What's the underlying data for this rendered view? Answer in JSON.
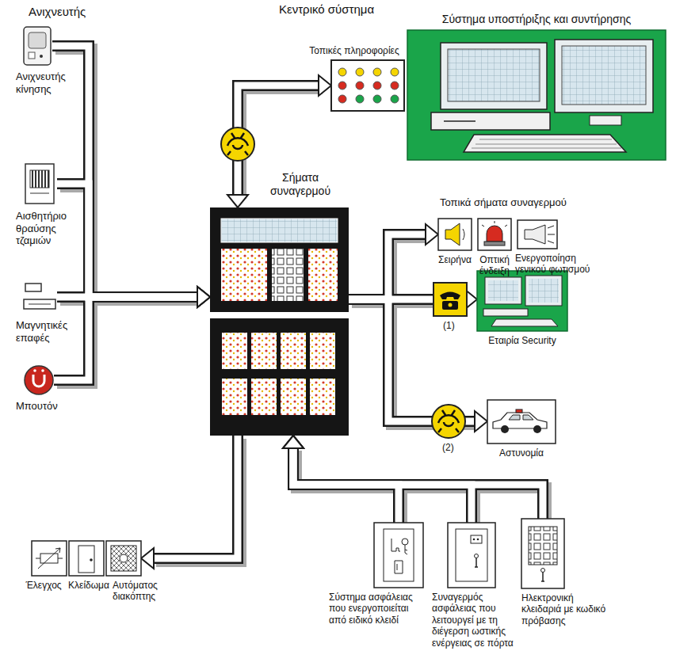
{
  "diagram": {
    "nodes": [
      {
        "text": [
          "Ανιχνευτής κίνησης"
        ]
      },
      {
        "text": [
          "Αισθητήριο θραύσης τζαμιών"
        ]
      },
      {
        "text": [
          "Μαγνητικές επαφές"
        ]
      },
      {
        "text": [
          "Μπουτόν"
        ]
      },
      {
        "text": [
          "Τοπικές πληροφορίες"
        ]
      },
      {
        "text": [
          "Σύστημα υποστήριξης και συντήρησης"
        ]
      },
      {
        "text": [
          "Σήματα συναγερμού"
        ]
      },
      {
        "text": [
          "Σειρήνα"
        ]
      },
      {
        "text": [
          "Οπτική ένδειξη"
        ]
      },
      {
        "text": [
          "Ενεργοποίηση γενικού φωτισμού"
        ]
      },
      {
        "text": [
          "Εταιρία Security"
        ]
      },
      {
        "text": [
          "Αστυνομία"
        ]
      },
      {
        "text": [
          "Έλεγχος"
        ]
      },
      {
        "text": [
          "Κλείδωμα"
        ]
      },
      {
        "text": [
          "Αυτόματος διακόπτης"
        ]
      },
      {
        "text": [
          "Σύστημα ασφάλειας που ενεργοποιείται από ειδικό κλειδί"
        ]
      },
      {
        "text": [
          "Συναγερμός ασφάλειας που λειτουργεί με τη διέγερση ωστικής ενέργειας σε πόρτα"
        ]
      },
      {
        "text": [
          "Ηλεκτρονική κλειδαριά με κωδικό πρόβασης"
        ]
      }
    ],
    "edges": [
      {
        "from": 0,
        "to": 6,
        "arrow": "to"
      },
      {
        "from": 1,
        "to": 6,
        "arrow": "to"
      },
      {
        "from": 2,
        "to": 6,
        "arrow": "to"
      },
      {
        "from": 3,
        "to": 6,
        "arrow": "to"
      },
      {
        "from": 6,
        "to": 4,
        "arrow": "both"
      },
      {
        "from": 6,
        "to": 7,
        "arrow": "to"
      },
      {
        "from": 6,
        "to": 10,
        "arrow": "to"
      },
      {
        "from": 6,
        "to": 11,
        "arrow": "to"
      },
      {
        "from": 6,
        "to": 14,
        "arrow": "to"
      },
      {
        "from": 15,
        "to": 6,
        "arrow": "to"
      },
      {
        "from": 16,
        "to": 6,
        "arrow": "to"
      },
      {
        "from": 17,
        "to": 6,
        "arrow": "to"
      }
    ],
    "labels": [
      "Ανιχνευτής",
      "Κεντρικό σύστημα",
      "Τοπικά σήματα συναγερμού",
      "(1)",
      "(2)"
    ]
  }
}
